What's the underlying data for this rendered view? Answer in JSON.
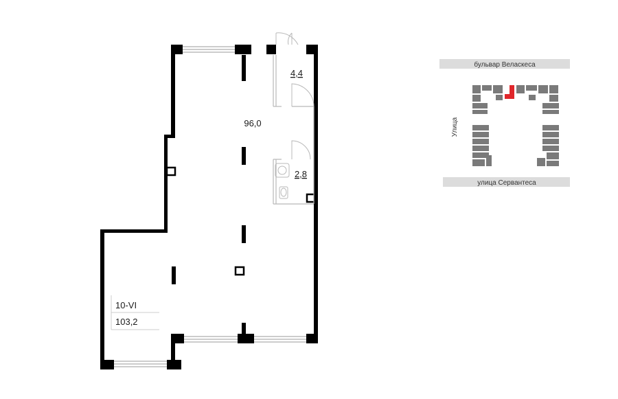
{
  "floor_plan": {
    "rooms": [
      {
        "key": "main",
        "area": "96,0"
      },
      {
        "key": "vestibule",
        "area": "4,4"
      },
      {
        "key": "wc",
        "area": "2,8"
      }
    ],
    "unit": {
      "id": "10-VI",
      "total_area": "103,2"
    }
  },
  "site_map": {
    "street_top": "бульвар Веласкеса",
    "street_bottom": "улица Сервантеса",
    "street_left": "Улица",
    "colors": {
      "building": "#7a7a7a",
      "street": "#dcdcdc",
      "highlight": "#e0262b"
    }
  }
}
